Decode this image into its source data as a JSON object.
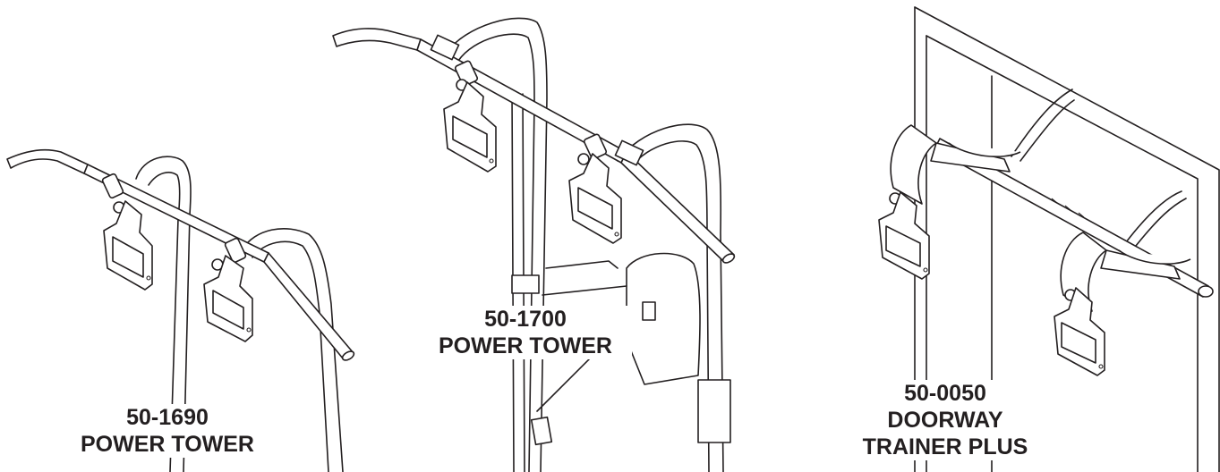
{
  "products": [
    {
      "model": "50-1690",
      "name_lines": [
        "POWER TOWER"
      ]
    },
    {
      "model": "50-1700",
      "name_lines": [
        "POWER TOWER"
      ]
    },
    {
      "model": "50-0050",
      "name_lines": [
        "DOORWAY",
        "TRAINER PLUS"
      ]
    }
  ]
}
